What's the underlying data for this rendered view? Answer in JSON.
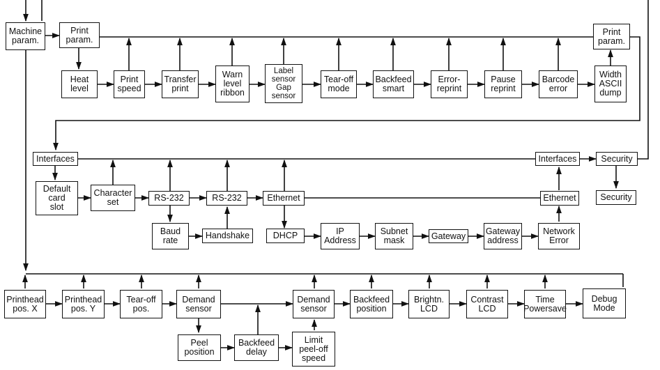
{
  "nodes": [
    {
      "id": "machine-param",
      "label": "Machine\nparam."
    },
    {
      "id": "print-param",
      "label": "Print\nparam."
    },
    {
      "id": "print-param-2",
      "label": "Print\nparam."
    },
    {
      "id": "heat-level",
      "label": "Heat\nlevel"
    },
    {
      "id": "print-speed",
      "label": "Print\nspeed"
    },
    {
      "id": "transfer-print",
      "label": "Transfer\nprint"
    },
    {
      "id": "warn-level-ribbon",
      "label": "Warn\nlevel\nribbon"
    },
    {
      "id": "label-sensor-gap-sensor",
      "label": "Label\nsensor\nGap\nsensor"
    },
    {
      "id": "tear-off-mode",
      "label": "Tear-off\nmode"
    },
    {
      "id": "backfeed-smart",
      "label": "Backfeed\nsmart"
    },
    {
      "id": "error-reprint",
      "label": "Error-\nreprint"
    },
    {
      "id": "pause-reprint",
      "label": "Pause\nreprint"
    },
    {
      "id": "barcode-error",
      "label": "Barcode\nerror"
    },
    {
      "id": "width-ascii-dump",
      "label": "Width\nASCII\ndump"
    },
    {
      "id": "interfaces",
      "label": "Interfaces"
    },
    {
      "id": "interfaces-2",
      "label": "Interfaces"
    },
    {
      "id": "security",
      "label": "Security"
    },
    {
      "id": "security-2",
      "label": "Security"
    },
    {
      "id": "default-card-slot",
      "label": "Default\ncard\nslot"
    },
    {
      "id": "character-set",
      "label": "Character\nset"
    },
    {
      "id": "rs232-1",
      "label": "RS-232"
    },
    {
      "id": "rs232-2",
      "label": "RS-232"
    },
    {
      "id": "ethernet",
      "label": "Ethernet"
    },
    {
      "id": "ethernet-2",
      "label": "Ethernet"
    },
    {
      "id": "baud-rate",
      "label": "Baud\nrate"
    },
    {
      "id": "handshake",
      "label": "Handshake"
    },
    {
      "id": "dhcp",
      "label": "DHCP"
    },
    {
      "id": "ip-address",
      "label": "IP\nAddress"
    },
    {
      "id": "subnet-mask",
      "label": "Subnet\nmask"
    },
    {
      "id": "gateway",
      "label": "Gateway"
    },
    {
      "id": "gateway-address",
      "label": "Gateway\naddress"
    },
    {
      "id": "network-error",
      "label": "Network\nError"
    },
    {
      "id": "printhead-pos-x",
      "label": "Printhead\npos. X"
    },
    {
      "id": "printhead-pos-y",
      "label": "Printhead\npos. Y"
    },
    {
      "id": "tear-off-pos",
      "label": "Tear-off\npos."
    },
    {
      "id": "demand-sensor",
      "label": "Demand\nsensor"
    },
    {
      "id": "demand-sensor-2",
      "label": "Demand\nsensor"
    },
    {
      "id": "backfeed-position",
      "label": "Backfeed\nposition"
    },
    {
      "id": "brightn-lcd",
      "label": "Brightn.\nLCD"
    },
    {
      "id": "contrast-lcd",
      "label": "Contrast\nLCD"
    },
    {
      "id": "time-powersave",
      "label": "Time\nPowersave"
    },
    {
      "id": "debug-mode",
      "label": "Debug\nMode"
    },
    {
      "id": "peel-position",
      "label": "Peel\nposition"
    },
    {
      "id": "backfeed-delay",
      "label": "Backfeed\ndelay"
    },
    {
      "id": "limit-peel-off-speed",
      "label": "Limit\npeel-off\nspeed"
    }
  ]
}
